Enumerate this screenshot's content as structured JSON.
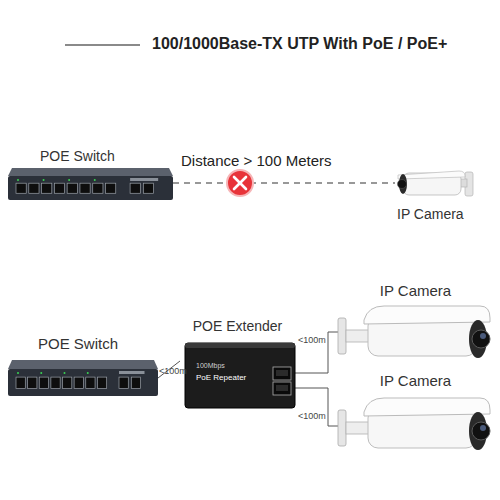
{
  "diagram": {
    "title": "100/1000Base-TX UTP With PoE / PoE+",
    "nodes": [
      {
        "text": [
          "POE Switch"
        ]
      },
      {
        "text": [
          "IP Camera"
        ]
      },
      {
        "text": [
          "POE Switch"
        ]
      },
      {
        "text": [
          "POE Extender",
          "100Mbps",
          "PoE Repeater"
        ]
      },
      {
        "text": [
          "IP Camera"
        ]
      },
      {
        "text": [
          "IP Camera"
        ]
      }
    ],
    "edges": [
      {
        "from": 0,
        "to": 1,
        "arrow": "none",
        "label": "Distance > 100 Meters"
      },
      {
        "from": 2,
        "to": 3,
        "arrow": "none",
        "label": "<100m"
      },
      {
        "from": 3,
        "to": 4,
        "arrow": "none",
        "label": "<100m"
      },
      {
        "from": 3,
        "to": 5,
        "arrow": "none",
        "label": "<100m"
      }
    ]
  }
}
